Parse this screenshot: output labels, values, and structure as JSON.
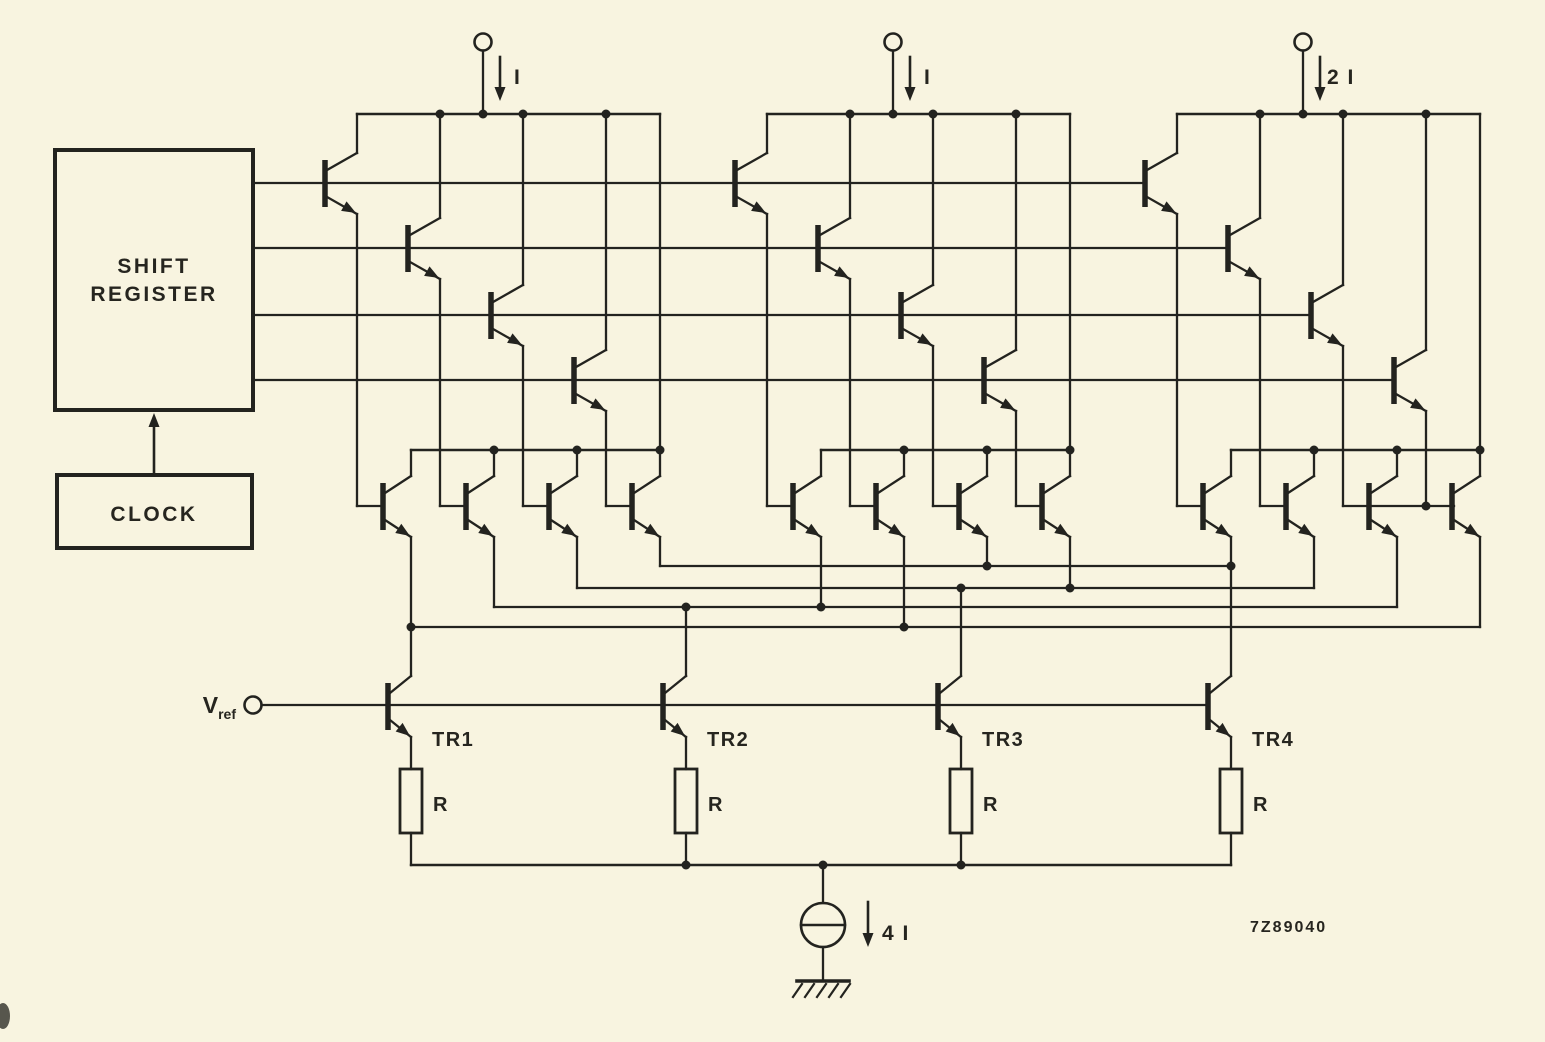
{
  "diagram": {
    "blocks": {
      "shift_register_line1": "SHIFT",
      "shift_register_line2": "REGISTER",
      "clock": "CLOCK"
    },
    "labels": {
      "vref_main": "V",
      "vref_sub": "ref",
      "transistors": [
        "TR1",
        "TR2",
        "TR3",
        "TR4"
      ],
      "resistors": [
        "R",
        "R",
        "R",
        "R"
      ],
      "group_currents": [
        "I",
        "I",
        "2 I"
      ],
      "tail_current": "4 I",
      "part_number": "7Z89040"
    },
    "colors": {
      "paper": "#f8f4e0",
      "ink": "#23231f"
    }
  }
}
